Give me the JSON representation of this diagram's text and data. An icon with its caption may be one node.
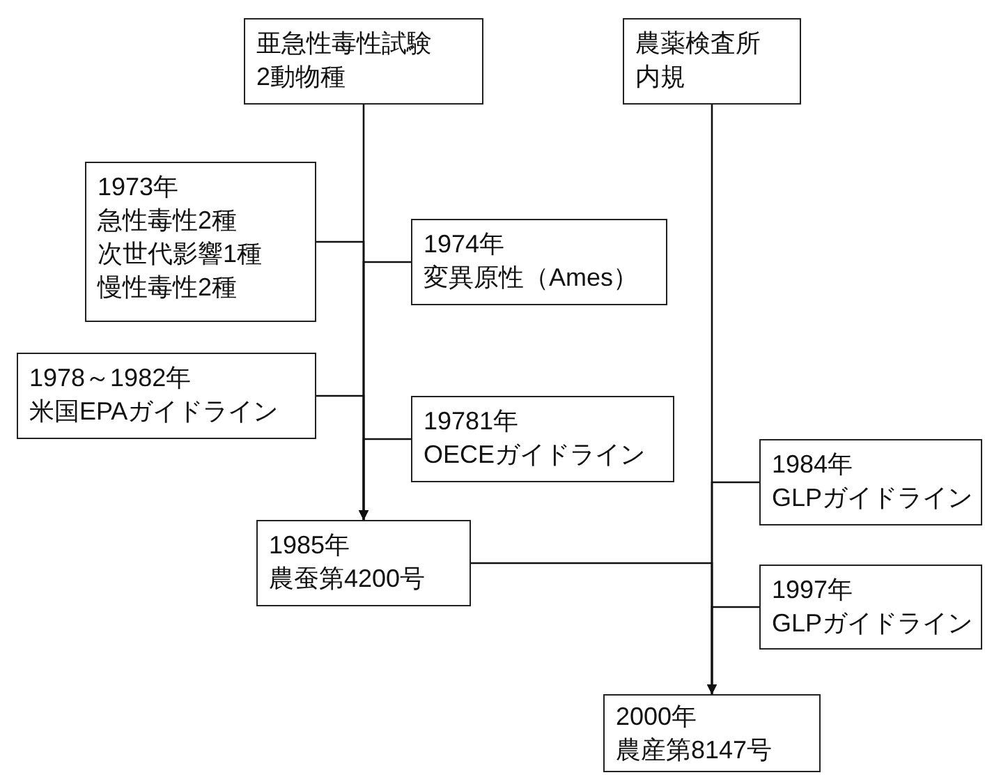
{
  "diagram": {
    "nodes": [
      {
        "text": [
          "亜急性毒性試験",
          "2動物種"
        ]
      },
      {
        "text": [
          "農薬検査所",
          "内規"
        ]
      },
      {
        "text": [
          "1973年",
          "急性毒性2種",
          "次世代影響1種",
          "慢性毒性2種"
        ]
      },
      {
        "text": [
          "1974年",
          "変異原性（Ames）"
        ]
      },
      {
        "text": [
          "1978～1982年",
          "米国EPAガイドライン"
        ]
      },
      {
        "text": [
          "19781年",
          "OECEガイドライン"
        ]
      },
      {
        "text": [
          "1985年",
          "農蚕第4200号"
        ]
      },
      {
        "text": [
          "1984年",
          "GLPガイドライン"
        ]
      },
      {
        "text": [
          "1997年",
          "GLPガイドライン"
        ]
      },
      {
        "text": [
          "2000年",
          "農産第8147号"
        ]
      }
    ],
    "edges": [
      {
        "from": 0,
        "to": 6,
        "arrow": "to"
      },
      {
        "from": 2,
        "to": 6,
        "arrow": "to"
      },
      {
        "from": 3,
        "to": 6,
        "arrow": "to"
      },
      {
        "from": 4,
        "to": 6,
        "arrow": "to"
      },
      {
        "from": 5,
        "to": 6,
        "arrow": "to"
      },
      {
        "from": 1,
        "to": 9,
        "arrow": "to"
      },
      {
        "from": 6,
        "to": 9,
        "arrow": "to"
      },
      {
        "from": 7,
        "to": 9,
        "arrow": "to"
      },
      {
        "from": 8,
        "to": 9,
        "arrow": "to"
      }
    ]
  }
}
